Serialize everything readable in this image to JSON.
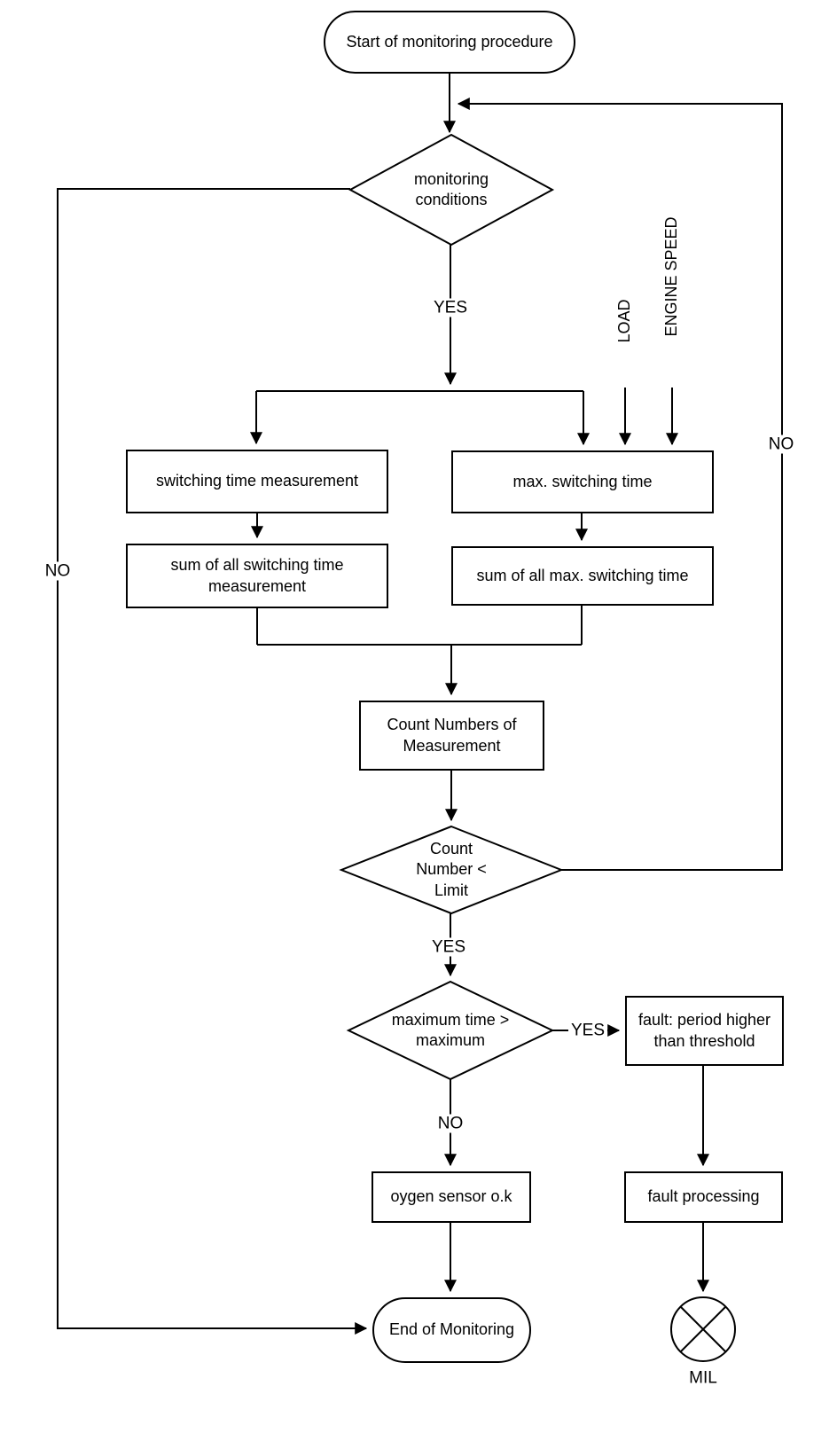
{
  "flowchart": {
    "nodes": {
      "start": "Start of monitoring procedure",
      "monitoring_conditions": "monitoring\nconditions",
      "switching_time_measurement": "switching time measurement",
      "sum_switching_time": "sum of all switching time\nmeasurement",
      "max_switching_time": "max. switching time",
      "sum_max_switching_time": "sum of all max. switching time",
      "count_numbers": "Count Numbers of\nMeasurement",
      "count_limit": "Count\nNumber <\nLimit",
      "max_time": "maximum time >\nmaximum",
      "fault_period": "fault: period higher\nthan threshold",
      "oxygen_ok": "oygen sensor o.k",
      "fault_processing": "fault processing",
      "end": "End of Monitoring",
      "mil": "MIL"
    },
    "edge_labels": {
      "monitoring_yes": "YES",
      "monitoring_no": "NO",
      "count_yes": "YES",
      "count_no": "NO",
      "max_yes": "YES",
      "max_no": "NO"
    },
    "inputs": {
      "load": "LOAD",
      "engine_speed": "ENGINE SPEED"
    },
    "colors": {
      "line": "#000000",
      "background": "#ffffff",
      "text": "#000000"
    }
  }
}
